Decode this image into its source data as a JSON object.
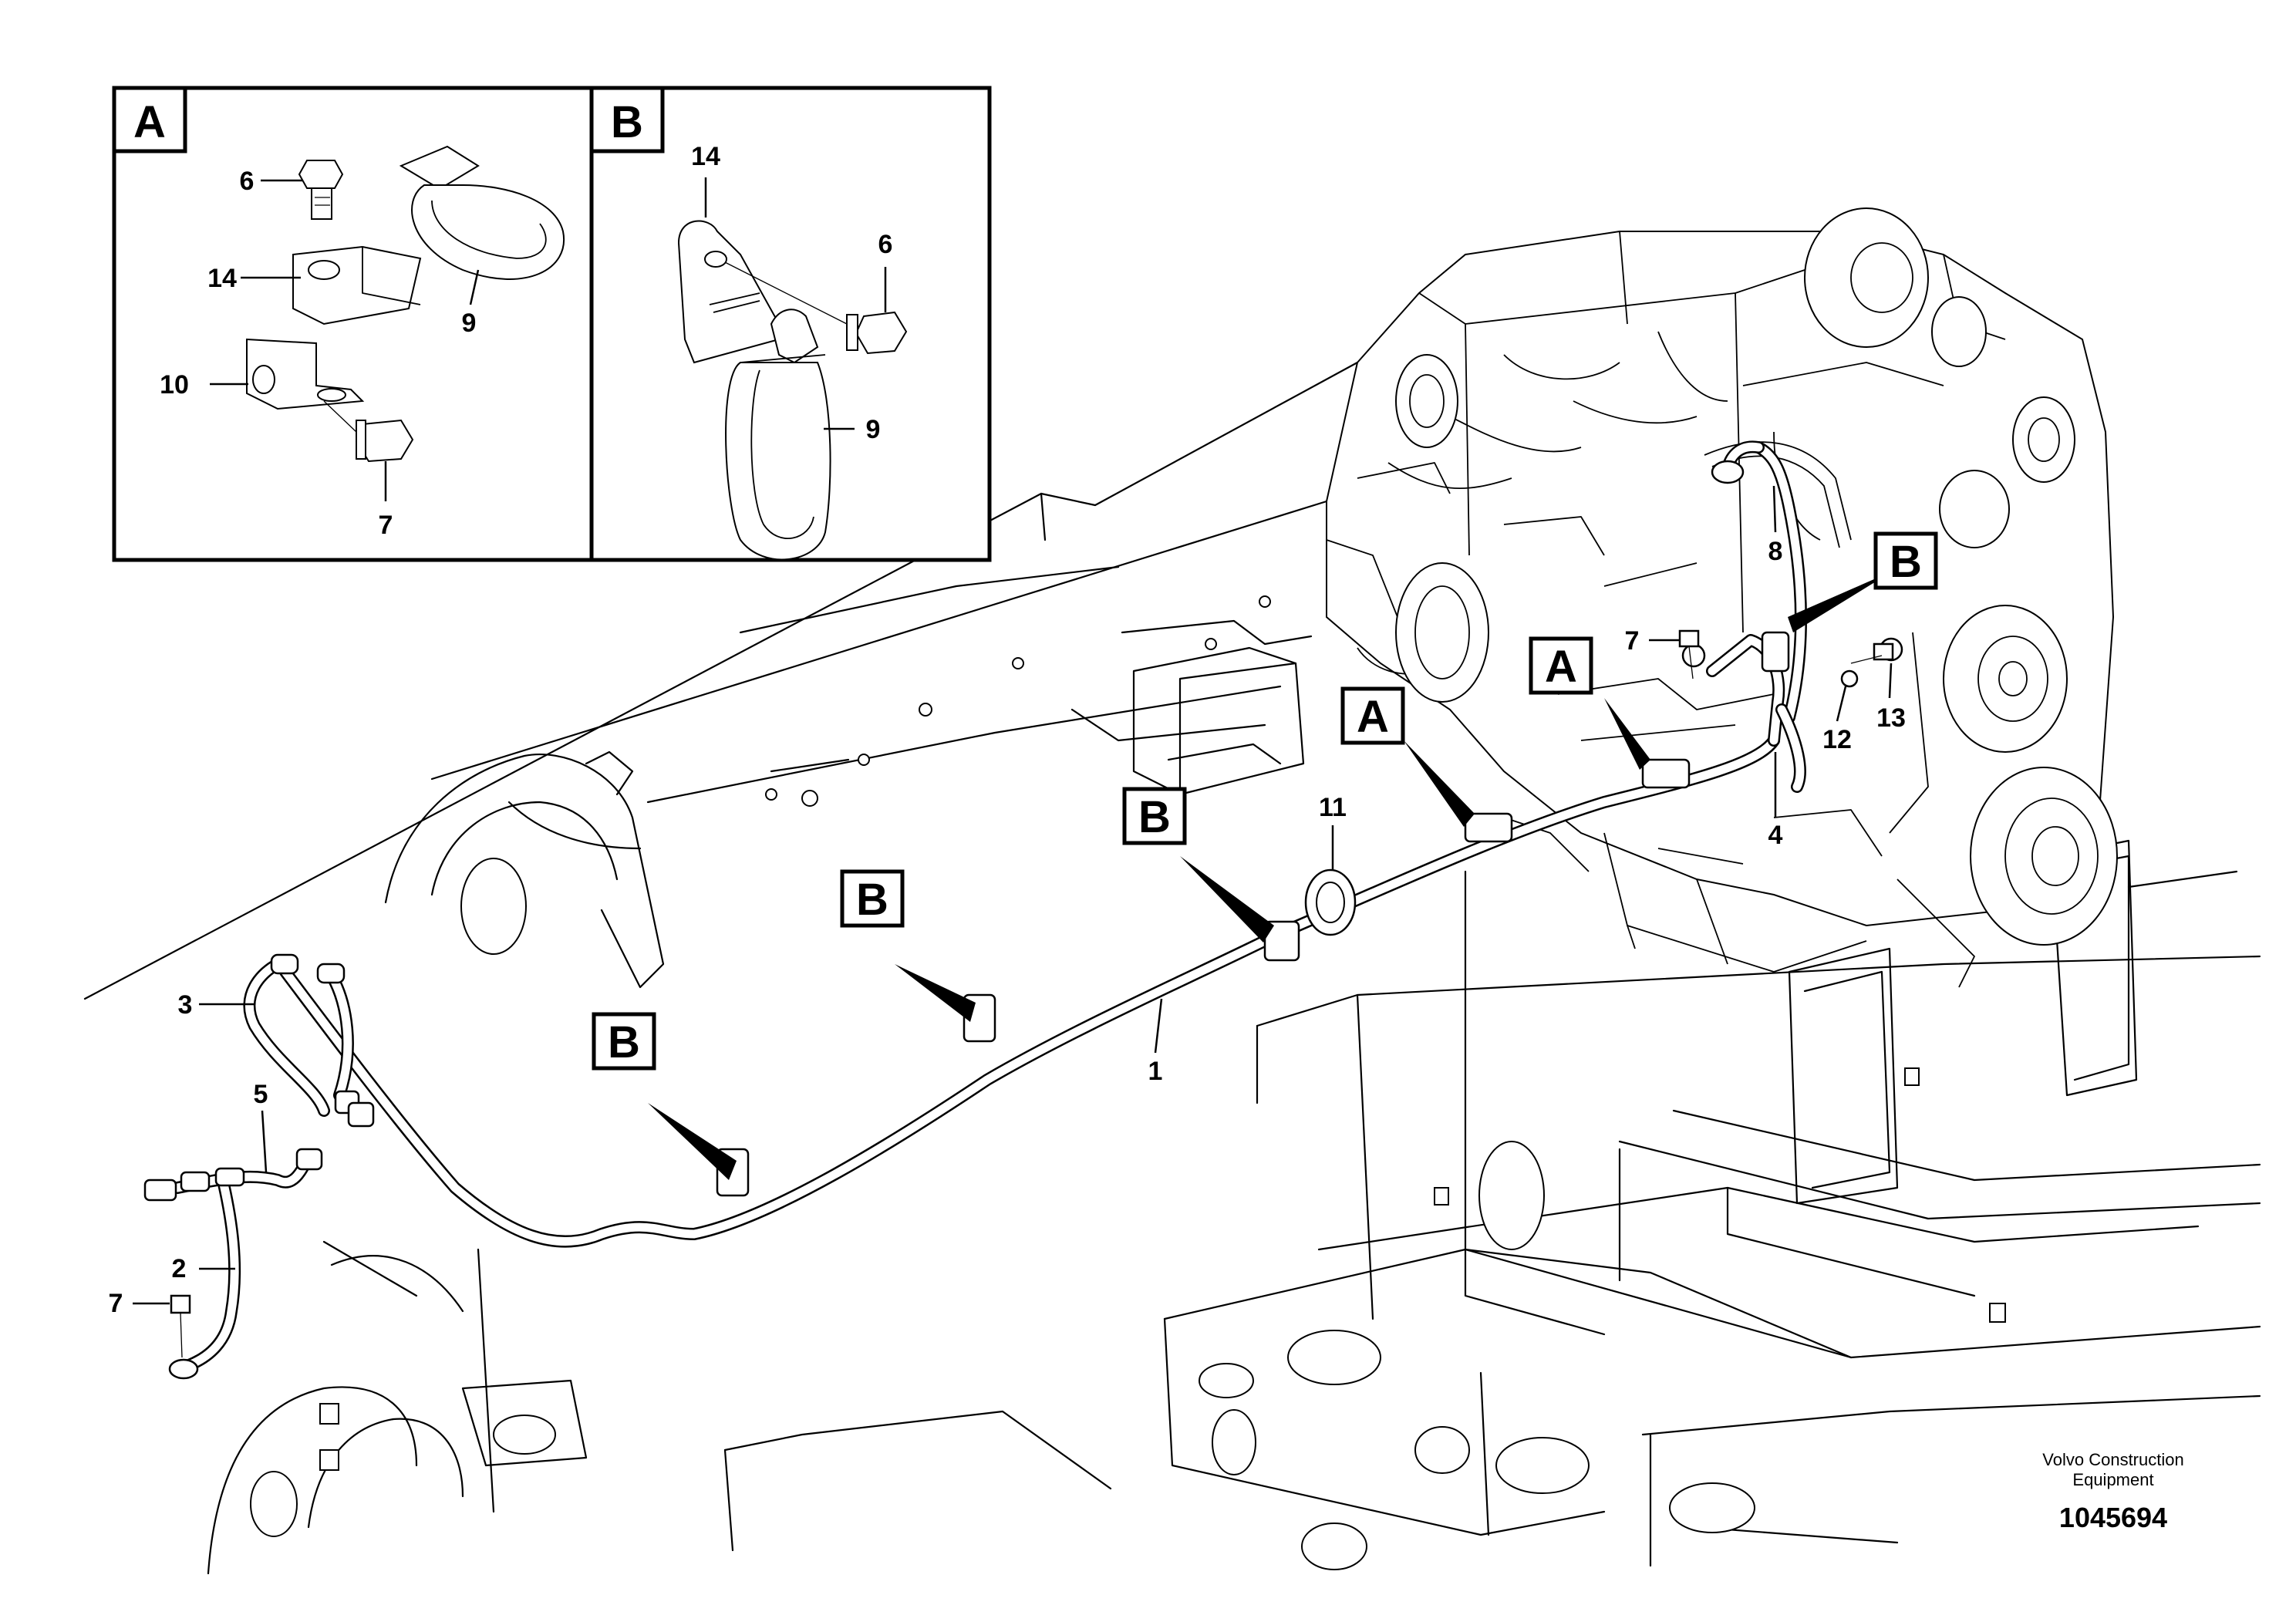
{
  "detail_views": [
    {
      "id": "A",
      "letter": "A",
      "labels": [
        "6",
        "14",
        "9",
        "10",
        "7"
      ]
    },
    {
      "id": "B",
      "letter": "B",
      "labels": [
        "14",
        "6",
        "9"
      ]
    }
  ],
  "callouts": {
    "c1": "1",
    "c2": "2",
    "c3": "3",
    "c4": "4",
    "c5": "5",
    "c7a": "7",
    "c7b": "7",
    "c8": "8",
    "c11": "11",
    "c12": "12",
    "c13": "13"
  },
  "view_tags": {
    "tA1": "A",
    "tA2": "A",
    "tB1": "B",
    "tB2": "B",
    "tB3": "B",
    "tB4": "B"
  },
  "title_block": {
    "maker_line1": "Volvo Construction",
    "maker_line2": "Equipment",
    "part_number": "1045694"
  }
}
